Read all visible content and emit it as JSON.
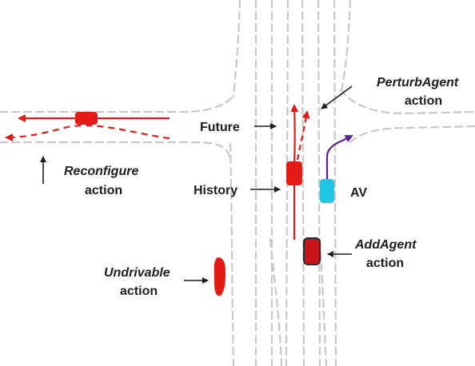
{
  "labels": {
    "future": "Future",
    "history": "History",
    "av": "AV",
    "perturb_name": "PerturbAgent",
    "perturb_action": "action",
    "reconfigure_name": "Reconfigure",
    "reconfigure_action": "action",
    "addagent_name": "AddAgent",
    "addagent_action": "action",
    "undrivable_name": "Undrivable",
    "undrivable_action": "action"
  },
  "colors": {
    "agent_red": "#e41b17",
    "agent_dark_red": "#c8151b",
    "av_cyan": "#1fc6e6",
    "av_path_purple": "#5c1e8f",
    "lane_gray": "#c8c8c8",
    "annotation": "#1e1e1e"
  }
}
